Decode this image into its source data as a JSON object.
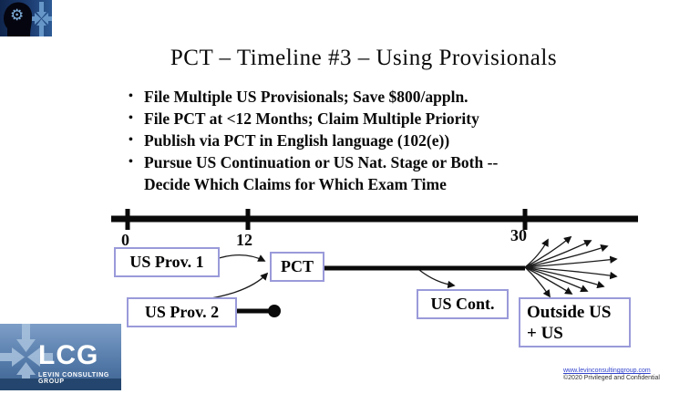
{
  "slide": {
    "title": "PCT – Timeline #3  – Using Provisionals",
    "bullet_glyph": "•",
    "bullets": [
      "File Multiple US Provisionals; Save $800/appln.",
      "File PCT at <12 Months; Claim Multiple Priority",
      "Publish via PCT in English language (102(e))",
      "Pursue US Continuation or US Nat. Stage or Both --\nDecide Which Claims for Which Exam Time"
    ]
  },
  "timeline": {
    "ticks": [
      "0",
      "12",
      "30"
    ],
    "boxes": {
      "us_prov_1": "US Prov. 1",
      "pct": "PCT",
      "us_prov_2": "US Prov. 2",
      "us_cont": "US Cont.",
      "outside_us_line1": "Outside US",
      "outside_us_line2": "+ US"
    }
  },
  "branding": {
    "lcg_acronym": "LCG",
    "lcg_name": "LEVIN CONSULTING GROUP",
    "gear_glyph": "⚙"
  },
  "footer": {
    "website": "www.levinconsultinggroup.com",
    "copyright": "©2020 Privileged and Confidential"
  },
  "colors": {
    "box_border": "#9a9ada",
    "link_blue": "#3344cc",
    "logo_navy": "#10264d",
    "logo_blue_mid": "#5379a8",
    "logo_blue_light": "#a9c3de",
    "text": "#0a0a0a"
  }
}
